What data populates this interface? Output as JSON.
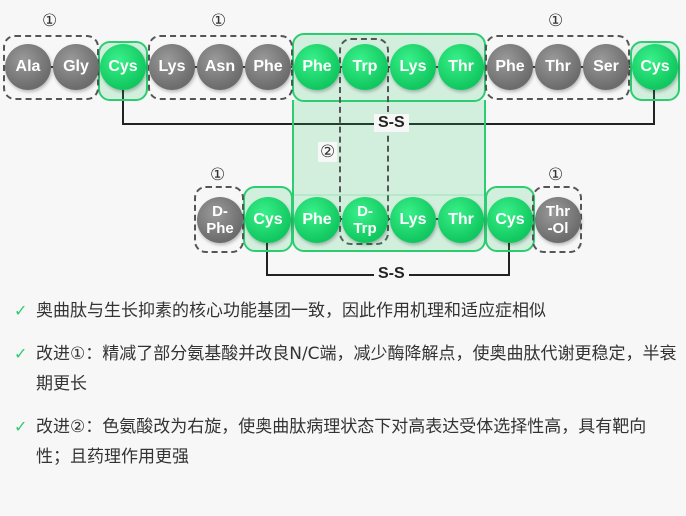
{
  "top_chain": [
    {
      "label": "Ala",
      "color": "grey"
    },
    {
      "label": "Gly",
      "color": "grey"
    },
    {
      "label": "Cys",
      "color": "green"
    },
    {
      "label": "Lys",
      "color": "grey"
    },
    {
      "label": "Asn",
      "color": "grey"
    },
    {
      "label": "Phe",
      "color": "grey"
    },
    {
      "label": "Phe",
      "color": "green"
    },
    {
      "label": "Trp",
      "color": "green"
    },
    {
      "label": "Lys",
      "color": "green"
    },
    {
      "label": "Thr",
      "color": "green"
    },
    {
      "label": "Phe",
      "color": "grey"
    },
    {
      "label": "Thr",
      "color": "grey"
    },
    {
      "label": "Ser",
      "color": "grey"
    },
    {
      "label": "Cys",
      "color": "green"
    }
  ],
  "bottom_chain": [
    {
      "label": "D-\nPhe",
      "color": "grey"
    },
    {
      "label": "Cys",
      "color": "green"
    },
    {
      "label": "Phe",
      "color": "green"
    },
    {
      "label": "D-\nTrp",
      "color": "green"
    },
    {
      "label": "Lys",
      "color": "green"
    },
    {
      "label": "Thr",
      "color": "green"
    },
    {
      "label": "Cys",
      "color": "green"
    },
    {
      "label": "Thr\n-Ol",
      "color": "grey"
    }
  ],
  "marks": {
    "one": "①",
    "two": "②"
  },
  "disulfide": {
    "top": "S-S",
    "bottom": "S-S"
  },
  "bullets": [
    "奥曲肽与生长抑素的核心功能基团一致，因此作用机理和适应症相似",
    "改进①：精减了部分氨基酸并改良N/C端，减少酶降解点，使奥曲肽代谢更稳定，半衰期更长",
    "改进②：色氨酸改为右旋，使奥曲肽病理状态下对高表达受体选择性高，具有靶向性；且药理作用更强"
  ],
  "colors": {
    "green": "#11c75f",
    "grey": "#7a7a7a",
    "check": "#2ecc71"
  }
}
